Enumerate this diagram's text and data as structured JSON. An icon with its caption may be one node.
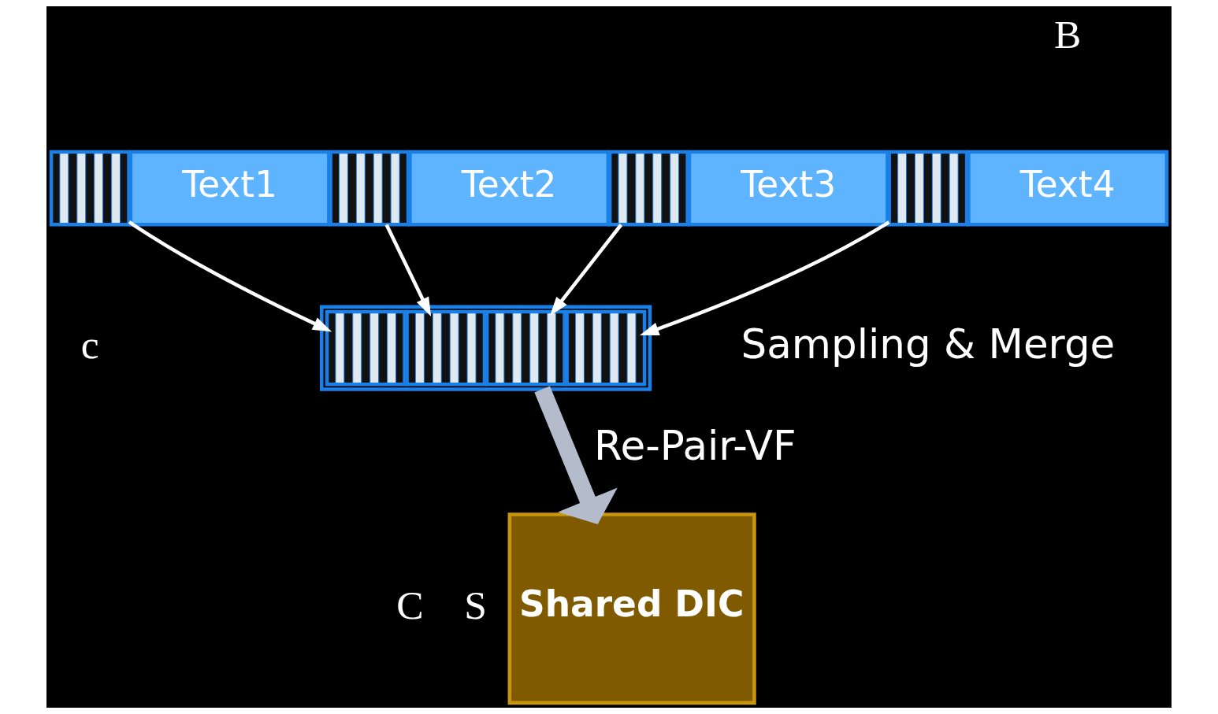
{
  "diagram": {
    "nodes": [
      {
        "text": [],
        "shape": "box"
      },
      {
        "text": [
          "Text1"
        ]
      },
      {
        "text": [],
        "shape": "box"
      },
      {
        "text": [
          "Text2"
        ]
      },
      {
        "text": [],
        "shape": "box"
      },
      {
        "text": [
          "Text3"
        ]
      },
      {
        "text": [],
        "shape": "box"
      },
      {
        "text": [
          "Text4"
        ]
      },
      {
        "text": [],
        "shape": "box"
      },
      {
        "text": [],
        "shape": "box",
        "in": 8
      },
      {
        "text": [],
        "shape": "box",
        "in": 8
      },
      {
        "text": [],
        "shape": "box",
        "in": 8
      },
      {
        "text": [],
        "shape": "box",
        "in": 8
      },
      {
        "text": [
          "Shared DIC"
        ],
        "beside": [
          "S"
        ]
      }
    ],
    "edges": [
      {
        "from": 0,
        "to": 9,
        "arrow": "to"
      },
      {
        "from": 2,
        "to": 10,
        "arrow": "to"
      },
      {
        "from": 4,
        "to": 11,
        "arrow": "to"
      },
      {
        "from": 6,
        "to": 12,
        "arrow": "to"
      },
      {
        "from": 8,
        "to": 13,
        "arrow": "to",
        "label": "Re-Pair-VF",
        "style": "thick",
        "color": "#b4bccb"
      }
    ],
    "labels": [
      "B",
      "c",
      "Sampling & Merge",
      "C"
    ]
  }
}
